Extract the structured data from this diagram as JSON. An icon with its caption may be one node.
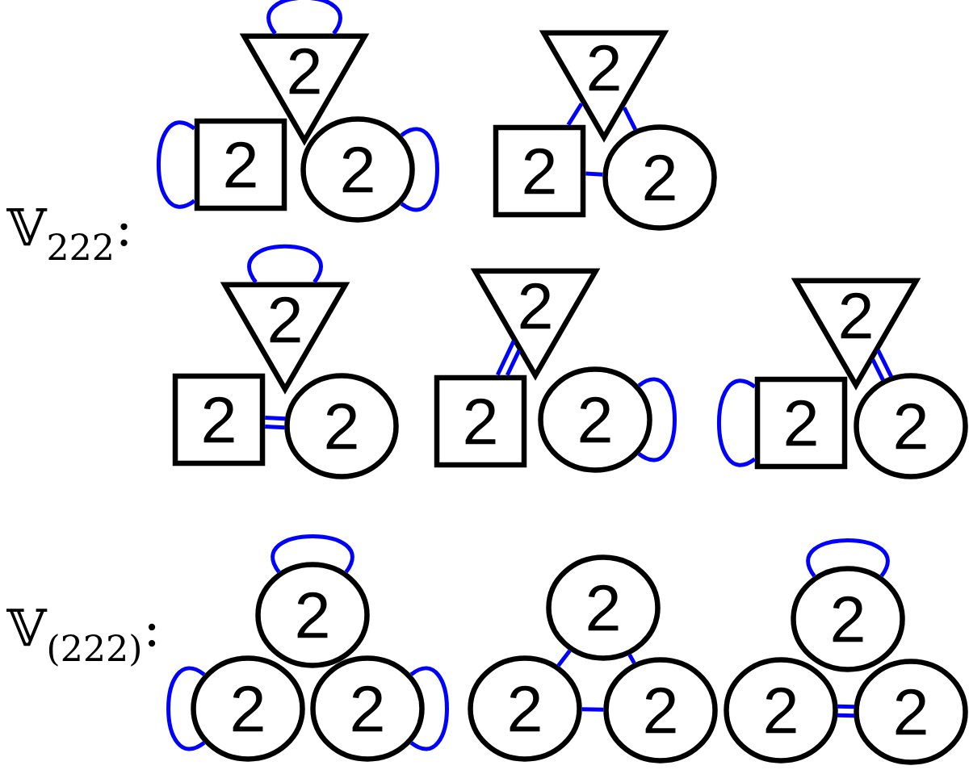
{
  "diagram": {
    "nodes": [
      {
        "text": [
          "2"
        ]
      },
      {
        "text": [
          "2"
        ]
      },
      {
        "text": [
          "2"
        ]
      },
      {
        "text": [
          "2"
        ]
      },
      {
        "text": [
          "2"
        ]
      },
      {
        "text": [
          "2"
        ]
      },
      {
        "text": [
          "2"
        ]
      },
      {
        "text": [
          "2"
        ]
      },
      {
        "text": [
          "2"
        ]
      },
      {
        "text": [
          "2"
        ]
      },
      {
        "text": [
          "2"
        ]
      },
      {
        "text": [
          "2"
        ]
      },
      {
        "text": [
          "2"
        ]
      },
      {
        "text": [
          "2"
        ]
      },
      {
        "text": [
          "2"
        ]
      },
      {
        "text": [
          "2"
        ]
      },
      {
        "text": [
          "2"
        ]
      },
      {
        "text": [
          "2"
        ]
      },
      {
        "text": [
          "2"
        ]
      },
      {
        "text": [
          "2"
        ]
      },
      {
        "text": [
          "2"
        ]
      },
      {
        "text": [
          "2"
        ]
      },
      {
        "text": [
          "2"
        ]
      },
      {
        "text": [
          "2"
        ]
      }
    ],
    "edges": [
      {
        "from": 0,
        "to": 0,
        "arrow": "none"
      },
      {
        "from": 1,
        "to": 1,
        "arrow": "none"
      },
      {
        "from": 2,
        "to": 2,
        "arrow": "none"
      },
      {
        "from": 3,
        "to": 4,
        "arrow": "none"
      },
      {
        "from": 3,
        "to": 5,
        "arrow": "none"
      },
      {
        "from": 4,
        "to": 5,
        "arrow": "none"
      },
      {
        "from": 6,
        "to": 6,
        "arrow": "none"
      },
      {
        "from": 7,
        "to": 8,
        "arrow": "none"
      },
      {
        "from": 7,
        "to": 8,
        "arrow": "none"
      },
      {
        "from": 9,
        "to": 10,
        "arrow": "none"
      },
      {
        "from": 9,
        "to": 10,
        "arrow": "none"
      },
      {
        "from": 11,
        "to": 11,
        "arrow": "none"
      },
      {
        "from": 13,
        "to": 13,
        "arrow": "none"
      },
      {
        "from": 12,
        "to": 14,
        "arrow": "none"
      },
      {
        "from": 12,
        "to": 14,
        "arrow": "none"
      },
      {
        "from": 15,
        "to": 15,
        "arrow": "none"
      },
      {
        "from": 16,
        "to": 16,
        "arrow": "none"
      },
      {
        "from": 17,
        "to": 17,
        "arrow": "none"
      },
      {
        "from": 18,
        "to": 19,
        "arrow": "none"
      },
      {
        "from": 18,
        "to": 20,
        "arrow": "none"
      },
      {
        "from": 19,
        "to": 20,
        "arrow": "none"
      },
      {
        "from": 21,
        "to": 21,
        "arrow": "none"
      },
      {
        "from": 22,
        "to": 23,
        "arrow": "none"
      },
      {
        "from": 22,
        "to": 23,
        "arrow": "none"
      }
    ],
    "labels": [
      "𝕍$_{222}$:",
      "𝕍$_{(222)}$:"
    ]
  }
}
